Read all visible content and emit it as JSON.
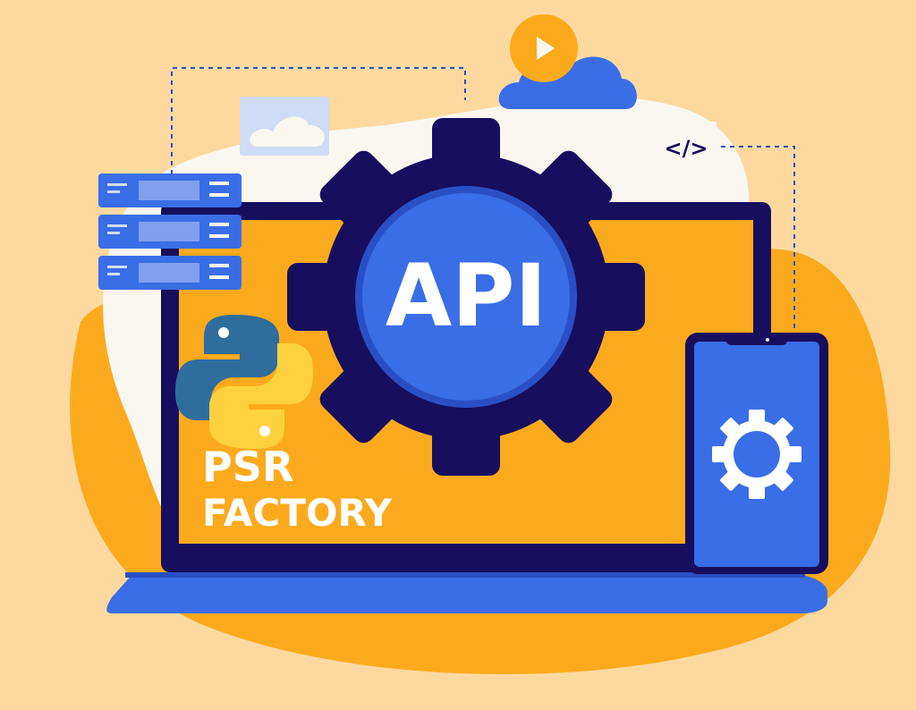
{
  "illustration": {
    "center_label": "API",
    "brand_line1": "PSR",
    "brand_line2": "FACTORY",
    "code_icon_text": "</>"
  },
  "colors": {
    "background": "#fdd9a0",
    "orange": "#fcaa1d",
    "blob_white": "#faf7f1",
    "navy": "#170e5e",
    "blue": "#3a6ee6",
    "blue_dark": "#2a4fc4",
    "light_blue": "#7fa0ee",
    "python_blue": "#2f6d9d",
    "python_yellow": "#fdd23e"
  }
}
